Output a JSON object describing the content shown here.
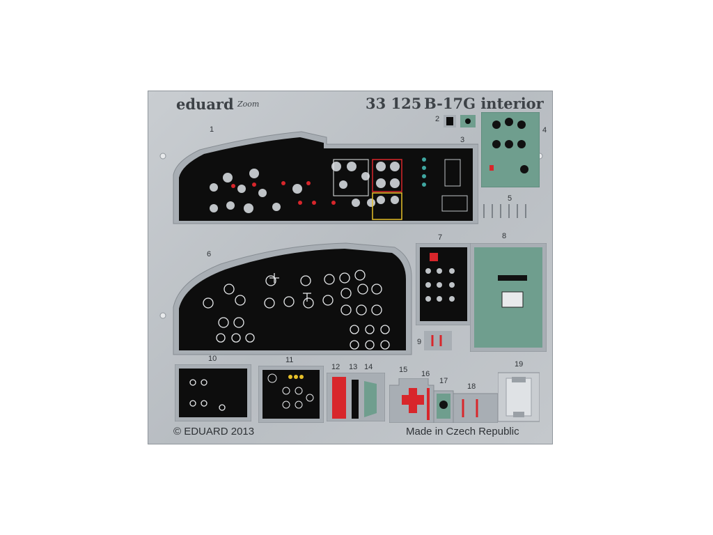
{
  "header": {
    "brand": "eduard",
    "zoom_logo": "Zoom",
    "catalog_number": "33 125",
    "product_title": "B-17G interior"
  },
  "part_numbers": [
    "1",
    "2",
    "3",
    "4",
    "5",
    "6",
    "7",
    "8",
    "9",
    "10",
    "11",
    "12",
    "13",
    "14",
    "15",
    "16",
    "17",
    "18",
    "19"
  ],
  "footer": {
    "copyright": "© EDUARD 2013",
    "origin": "Made in Czech Republic"
  },
  "colors": {
    "fret_metal": "#c4c8cc",
    "panel_black": "#0d0d0d",
    "interior_green": "#6f9e8e",
    "red": "#d8262b"
  }
}
